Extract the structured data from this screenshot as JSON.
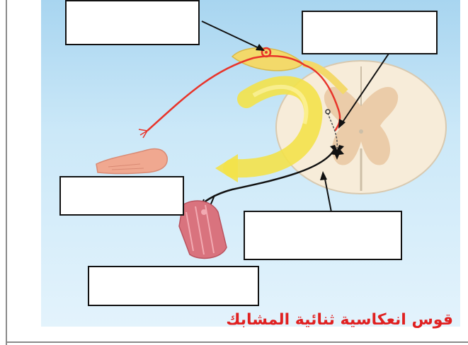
{
  "caption": "قوس انعكاسية ثنائية المشابك",
  "colors": {
    "background_top": "#a8d5f0",
    "background_bottom": "#e3f3fc",
    "caption": "#e02020",
    "sensory_neuron": "#e8342a",
    "motor_neuron": "#111111",
    "arrow": "#f3e24a",
    "spinal_cord": "#f7ecd9",
    "grey_matter": "#e9c9a3",
    "muscle": "#d9737e",
    "skin": "#f0a890"
  },
  "label_boxes": [
    {
      "id": "top-left",
      "text": ""
    },
    {
      "id": "top-right",
      "text": ""
    },
    {
      "id": "middle-left",
      "text": ""
    },
    {
      "id": "middle-right",
      "text": ""
    },
    {
      "id": "bottom-left",
      "text": ""
    }
  ],
  "icons": [
    "spinal-cord",
    "sensory-neuron",
    "motor-neuron",
    "ganglion",
    "reflex-arrow",
    "hand-skin",
    "muscle",
    "synapse-star"
  ]
}
